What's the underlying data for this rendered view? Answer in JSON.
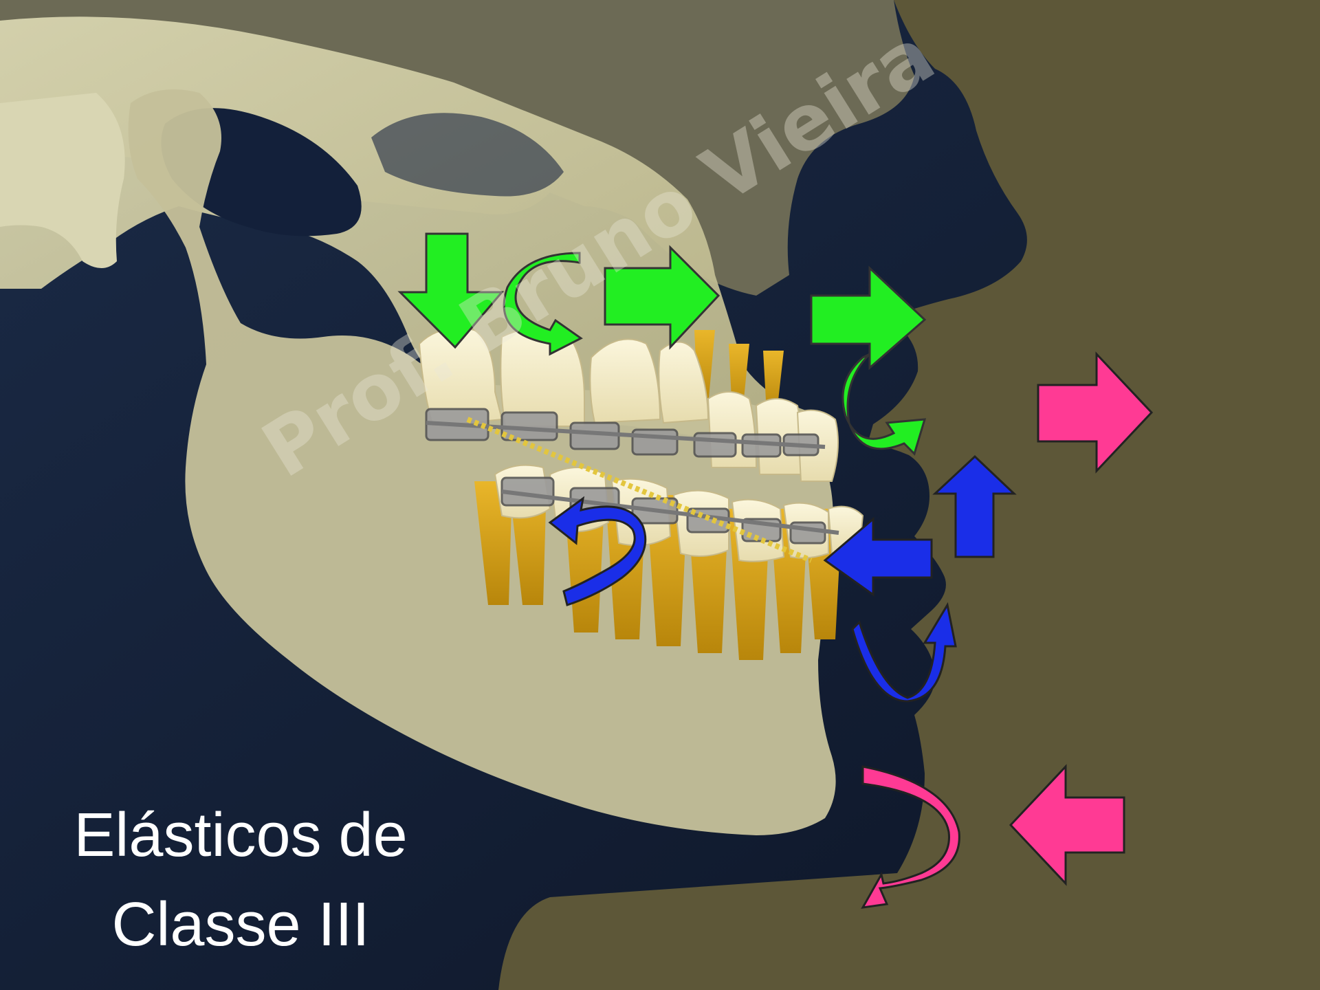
{
  "slide": {
    "title_line_1": "Elásticos de",
    "title_line_2": "Classe III",
    "watermark": "Prof. Bruno Vieira"
  },
  "arrow_colors": {
    "maxilla": "#22ee22",
    "mandible": "#1a2ee8",
    "soft_tissue": "#ff3a94"
  },
  "icons": [
    "down-arrow-icon",
    "right-arrow-icon",
    "up-arrow-icon",
    "left-arrow-icon",
    "curved-rotation-arrow-icon"
  ]
}
